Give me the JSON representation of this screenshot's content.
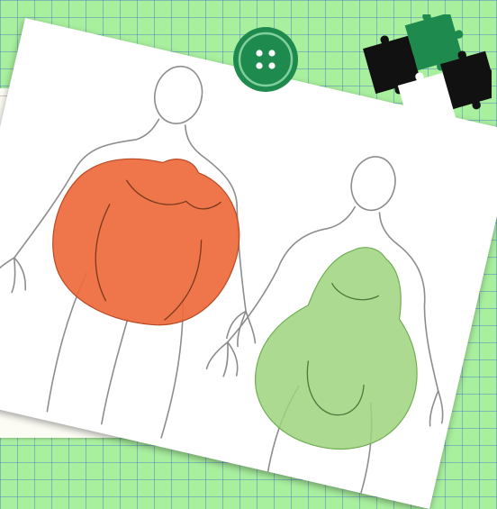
{
  "scene": {
    "background_color": "#a8ef9e",
    "grid_color": "#4678c8",
    "figures": [
      {
        "name": "apple-shape",
        "fill": "#ee6a3c"
      },
      {
        "name": "pear-shape",
        "fill": "#9fd47e"
      }
    ],
    "stickers": [
      {
        "name": "button",
        "color": "#1f8a4e"
      },
      {
        "name": "puzzle",
        "colors": [
          "#111111",
          "#1f8a4e",
          "#ffffff"
        ]
      }
    ]
  }
}
